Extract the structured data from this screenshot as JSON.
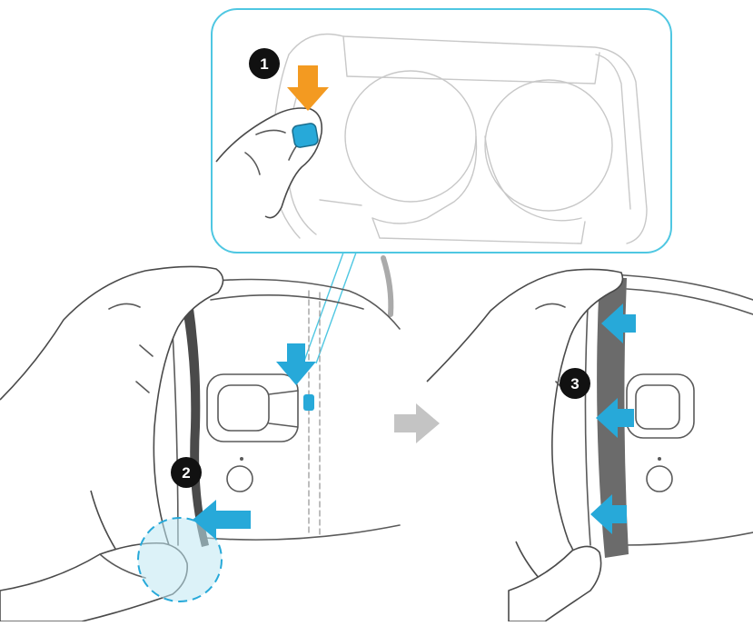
{
  "steps": [
    {
      "number": "1",
      "action": "press-latch-button"
    },
    {
      "number": "2",
      "action": "push-padding-in"
    },
    {
      "number": "3",
      "action": "press-padding-edges"
    }
  ],
  "icons": {
    "press": "down-arrow-icon",
    "push": "left-arrow-icon",
    "next": "right-arrow-icon"
  },
  "colors": {
    "accent": "#27a9d9",
    "callout": "#4fc7e2",
    "press_arrow": "#f39a21",
    "step_arrow": "#c4c4c4",
    "badge": "#111111",
    "padding": "#6b6b6b"
  }
}
